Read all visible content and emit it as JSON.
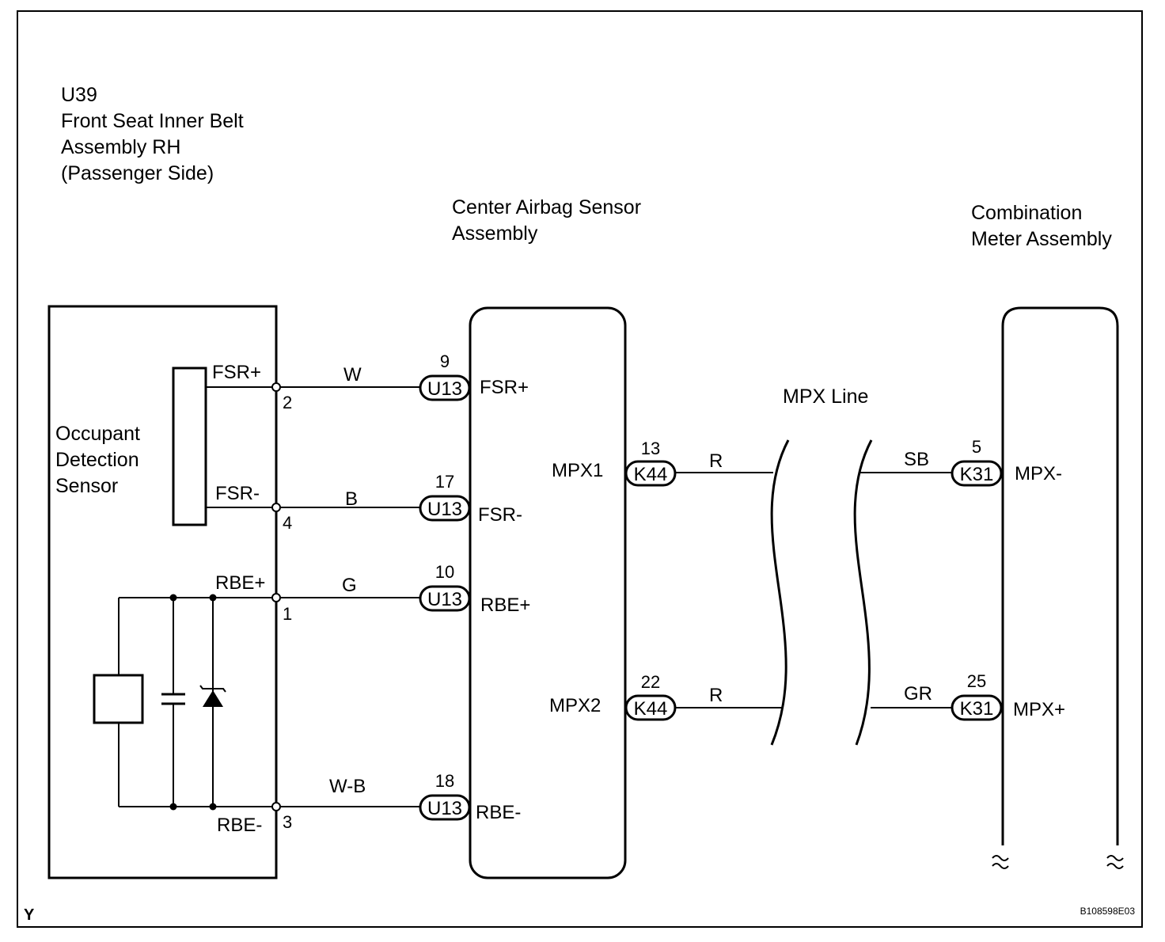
{
  "frame_letter": "Y",
  "figure_code": "B108598E03",
  "components": {
    "u39": {
      "id": "U39",
      "name_line1": "Front Seat Inner Belt",
      "name_line2": "Assembly RH",
      "name_line3": "(Passenger Side)",
      "sensor_line1": "Occupant",
      "sensor_line2": "Detection",
      "sensor_line3": "Sensor"
    },
    "center_airbag": {
      "name_line1": "Center Airbag Sensor",
      "name_line2": "Assembly"
    },
    "combination_meter": {
      "name_line1": "Combination",
      "name_line2": "Meter Assembly"
    },
    "mpx_line_label": "MPX Line"
  },
  "u39_terminals": [
    {
      "name": "FSR+",
      "pin": "2"
    },
    {
      "name": "FSR-",
      "pin": "4"
    },
    {
      "name": "RBE+",
      "pin": "1"
    },
    {
      "name": "RBE-",
      "pin": "3"
    }
  ],
  "wires": [
    {
      "color": "W",
      "connector": "U13",
      "pin": "9",
      "terminal": "FSR+"
    },
    {
      "color": "B",
      "connector": "U13",
      "pin": "17",
      "terminal": "FSR-"
    },
    {
      "color": "G",
      "connector": "U13",
      "pin": "10",
      "terminal": "RBE+"
    },
    {
      "color": "W-B",
      "connector": "U13",
      "pin": "18",
      "terminal": "RBE-"
    }
  ],
  "mpx": [
    {
      "ecu_terminal": "MPX1",
      "connector_left": "K44",
      "pin_left": "13",
      "color_left": "R",
      "color_right": "SB",
      "connector_right": "K31",
      "pin_right": "5",
      "meter_terminal": "MPX-"
    },
    {
      "ecu_terminal": "MPX2",
      "connector_left": "K44",
      "pin_left": "22",
      "color_left": "R",
      "color_right": "GR",
      "connector_right": "K31",
      "pin_right": "25",
      "meter_terminal": "MPX+"
    }
  ]
}
